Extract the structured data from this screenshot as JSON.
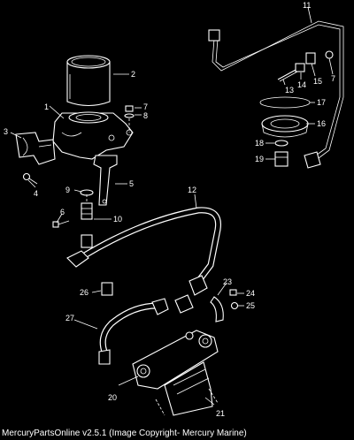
{
  "diagram": {
    "callouts": [
      {
        "id": "1",
        "text": "1"
      },
      {
        "id": "2",
        "text": "2"
      },
      {
        "id": "3",
        "text": "3"
      },
      {
        "id": "4",
        "text": "4"
      },
      {
        "id": "5",
        "text": "5"
      },
      {
        "id": "6",
        "text": "6"
      },
      {
        "id": "7a",
        "text": "7"
      },
      {
        "id": "7b",
        "text": "7"
      },
      {
        "id": "8",
        "text": "8"
      },
      {
        "id": "9",
        "text": "9"
      },
      {
        "id": "10",
        "text": "10"
      },
      {
        "id": "11",
        "text": "11"
      },
      {
        "id": "12",
        "text": "12"
      },
      {
        "id": "13",
        "text": "13"
      },
      {
        "id": "14",
        "text": "14"
      },
      {
        "id": "15",
        "text": "15"
      },
      {
        "id": "16",
        "text": "16"
      },
      {
        "id": "17",
        "text": "17"
      },
      {
        "id": "18",
        "text": "18"
      },
      {
        "id": "19",
        "text": "19"
      },
      {
        "id": "20",
        "text": "20"
      },
      {
        "id": "21",
        "text": "21"
      },
      {
        "id": "23",
        "text": "23"
      },
      {
        "id": "24",
        "text": "24"
      },
      {
        "id": "25",
        "text": "25"
      },
      {
        "id": "26",
        "text": "26"
      },
      {
        "id": "27",
        "text": "27"
      }
    ]
  },
  "footer": {
    "copyright": "MercuryPartsOnline v2.5.1 (Image Copyright- Mercury Marine)"
  }
}
